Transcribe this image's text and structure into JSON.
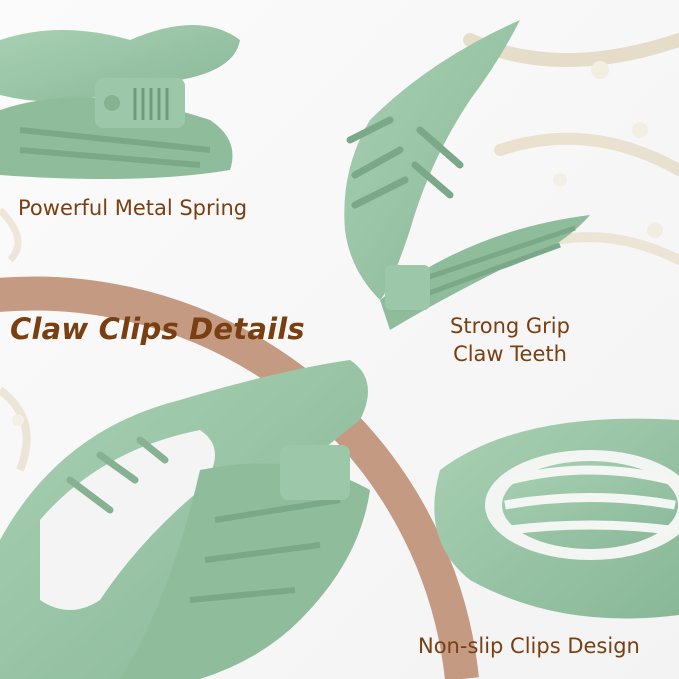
{
  "headline": "Claw Clips Details",
  "features": {
    "spring": "Powerful Metal Spring",
    "grip_line1": "Strong Grip",
    "grip_line2": "Claw Teeth",
    "design": "Non-slip Clips Design"
  },
  "colors": {
    "text": "#7a3f10",
    "arc": "#c49a83",
    "clip": "#98c4a5",
    "clip_shade": "#7fae8e",
    "background": "#ffffff"
  }
}
